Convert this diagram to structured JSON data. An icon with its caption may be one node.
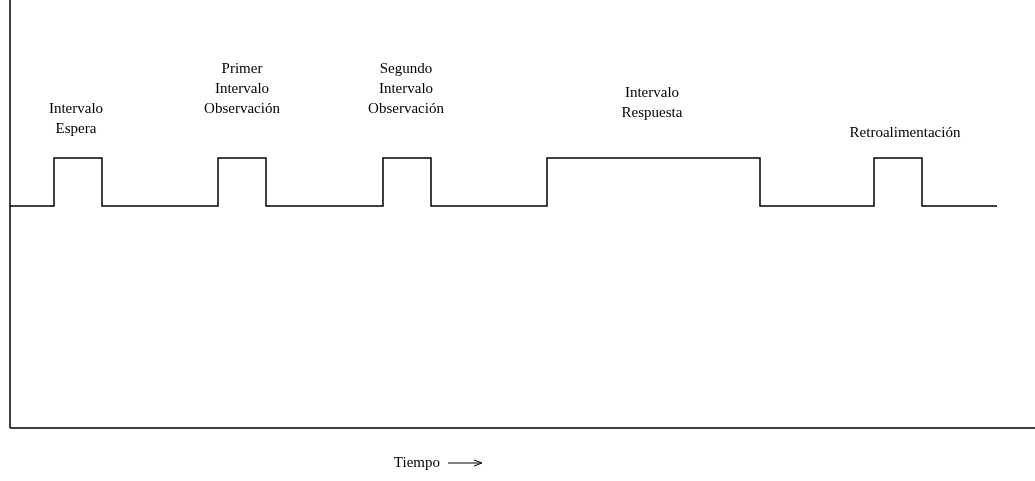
{
  "diagram": {
    "labels": [
      "Intervalo Espera",
      "Primer Intervalo Observación",
      "Segundo Intervalo Observación",
      "Intervalo Respuesta",
      "Retroalimentación",
      "Tiempo"
    ]
  }
}
